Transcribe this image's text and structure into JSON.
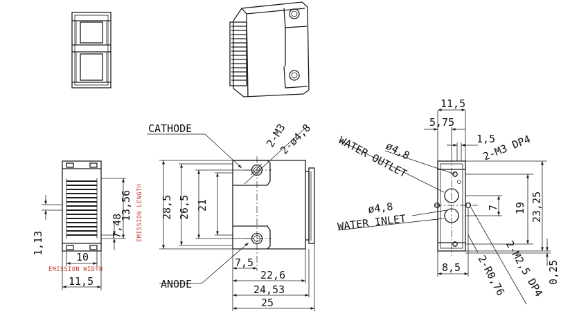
{
  "labels": {
    "cathode": "CATHODE",
    "anode": "ANODE",
    "m3": "2-M3",
    "phi48_holes": "2-ø4,8",
    "water_outlet": "WATER OUTLET",
    "water_inlet": "WATER INLET",
    "phi48_outlet": "ø4,8",
    "phi48_inlet": "ø4,8",
    "m3_dp4": "2-M3 DP4",
    "r076": "2-R0,76",
    "m25_dp4": "2-M2,5 DP4",
    "emission_length": "EMISSION LENGTH",
    "emission_width": "EMISSION WIDTH"
  },
  "dimensions": {
    "d_28_5": "28,5",
    "d_26_5": "26,5",
    "d_21": "21",
    "d_7_5": "7,5",
    "d_22_6": "22,6",
    "d_24_53": "24,53",
    "d_25": "25",
    "d_13_56": "13,56",
    "d_7_48": "7,48",
    "d_1_13": "1,13",
    "d_10": "10",
    "d_11_5_left": "11,5",
    "d_11_5_right": "11,5",
    "d_5_75": "5,75",
    "d_1_5": "1,5",
    "d_19": "19",
    "d_23_25": "23,25",
    "d_7": "7",
    "d_8_5": "8,5",
    "d_0_25": "0,25"
  },
  "colors": {
    "line": "#1a1a1a",
    "annotation": "#c0392b",
    "background": "#ffffff"
  }
}
